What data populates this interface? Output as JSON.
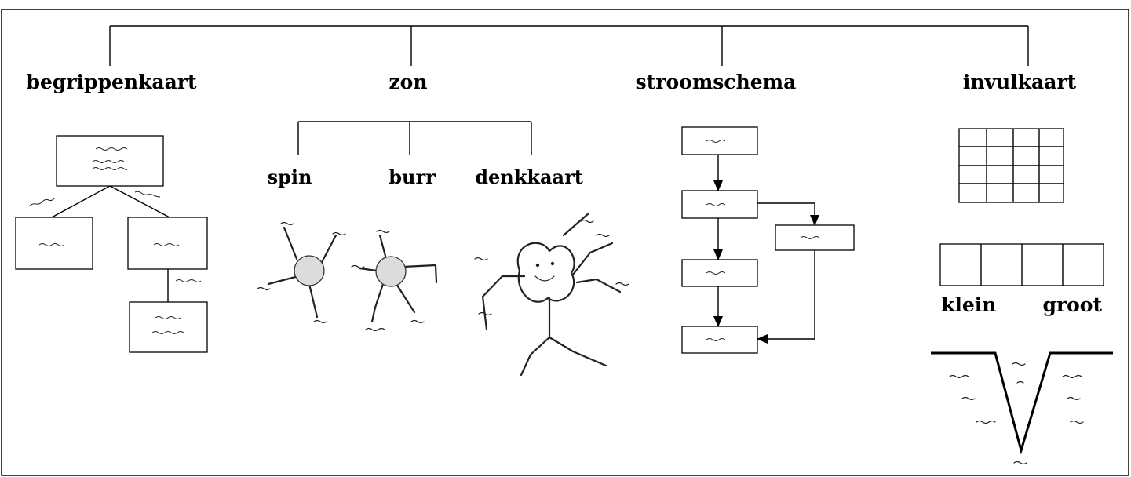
{
  "categories": [
    {
      "id": "begrippenkaart",
      "label": "begrippenkaart"
    },
    {
      "id": "zon",
      "label": "zon"
    },
    {
      "id": "stroomschema",
      "label": "stroomschema"
    },
    {
      "id": "invulkaart",
      "label": "invulkaart"
    }
  ],
  "zon_subtypes": [
    {
      "id": "spin",
      "label": "spin"
    },
    {
      "id": "burr",
      "label": "burr"
    },
    {
      "id": "denkkaart",
      "label": "denkkaart"
    }
  ],
  "scale": {
    "left_label": "klein",
    "right_label": "groot"
  },
  "colors": {
    "line": "#000000",
    "background": "#ffffff",
    "sketch_fill": "#dcdcdc"
  }
}
